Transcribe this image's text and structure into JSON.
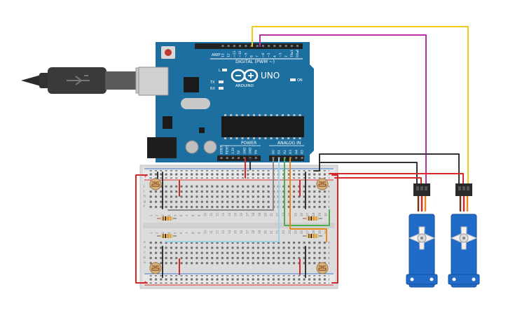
{
  "arduino": {
    "model": "UNO",
    "brand": "ARDUINO",
    "digital_label": "DIGITAL (PWM ~)",
    "power_label": "POWER",
    "analog_label": "ANALOG IN",
    "aref_label": "AREF",
    "gnd_label": "GND",
    "led_l": "L",
    "led_tx": "TX",
    "led_rx": "RX",
    "on_label": "ON",
    "digital_pins": [
      "13",
      "12",
      "~11",
      "~10",
      "~9",
      "8",
      "7",
      "~6",
      "~5",
      "4",
      "~3",
      "2",
      "TX▸1",
      "RX◂0"
    ],
    "power_pins": [
      "IOREF",
      "RESET",
      "3.3V",
      "5V",
      "GND",
      "GND",
      "Vin"
    ],
    "analog_pins": [
      "A0",
      "A1",
      "A2",
      "A3",
      "A4",
      "A5"
    ]
  },
  "breadboard": {
    "row_letters_top": [
      "j",
      "i",
      "h",
      "g",
      "f"
    ],
    "row_letters_bottom": [
      "e",
      "d",
      "c",
      "b",
      "a"
    ],
    "column_numbers": [
      "1",
      "2",
      "3",
      "4",
      "5",
      "6",
      "7",
      "8",
      "9",
      "10",
      "11",
      "12",
      "13",
      "14",
      "15",
      "16",
      "17",
      "18",
      "19",
      "20",
      "21",
      "22",
      "23",
      "24",
      "25",
      "26",
      "27",
      "28",
      "29",
      "30"
    ],
    "rail_plus": "+",
    "rail_minus": "-"
  },
  "wire_colors": {
    "power_red": "#d62828",
    "ground_black": "#333333",
    "signal_yellow": "#f2c81b",
    "signal_magenta": "#b7349b",
    "sensor_gray": "#8a8a8a",
    "sensor_lightblue": "#9ed3e6",
    "sensor_green": "#4caf50",
    "sensor_orange": "#e88a1a"
  },
  "components": {
    "photoresistors": 4,
    "resistors": 4,
    "servos": 2
  }
}
